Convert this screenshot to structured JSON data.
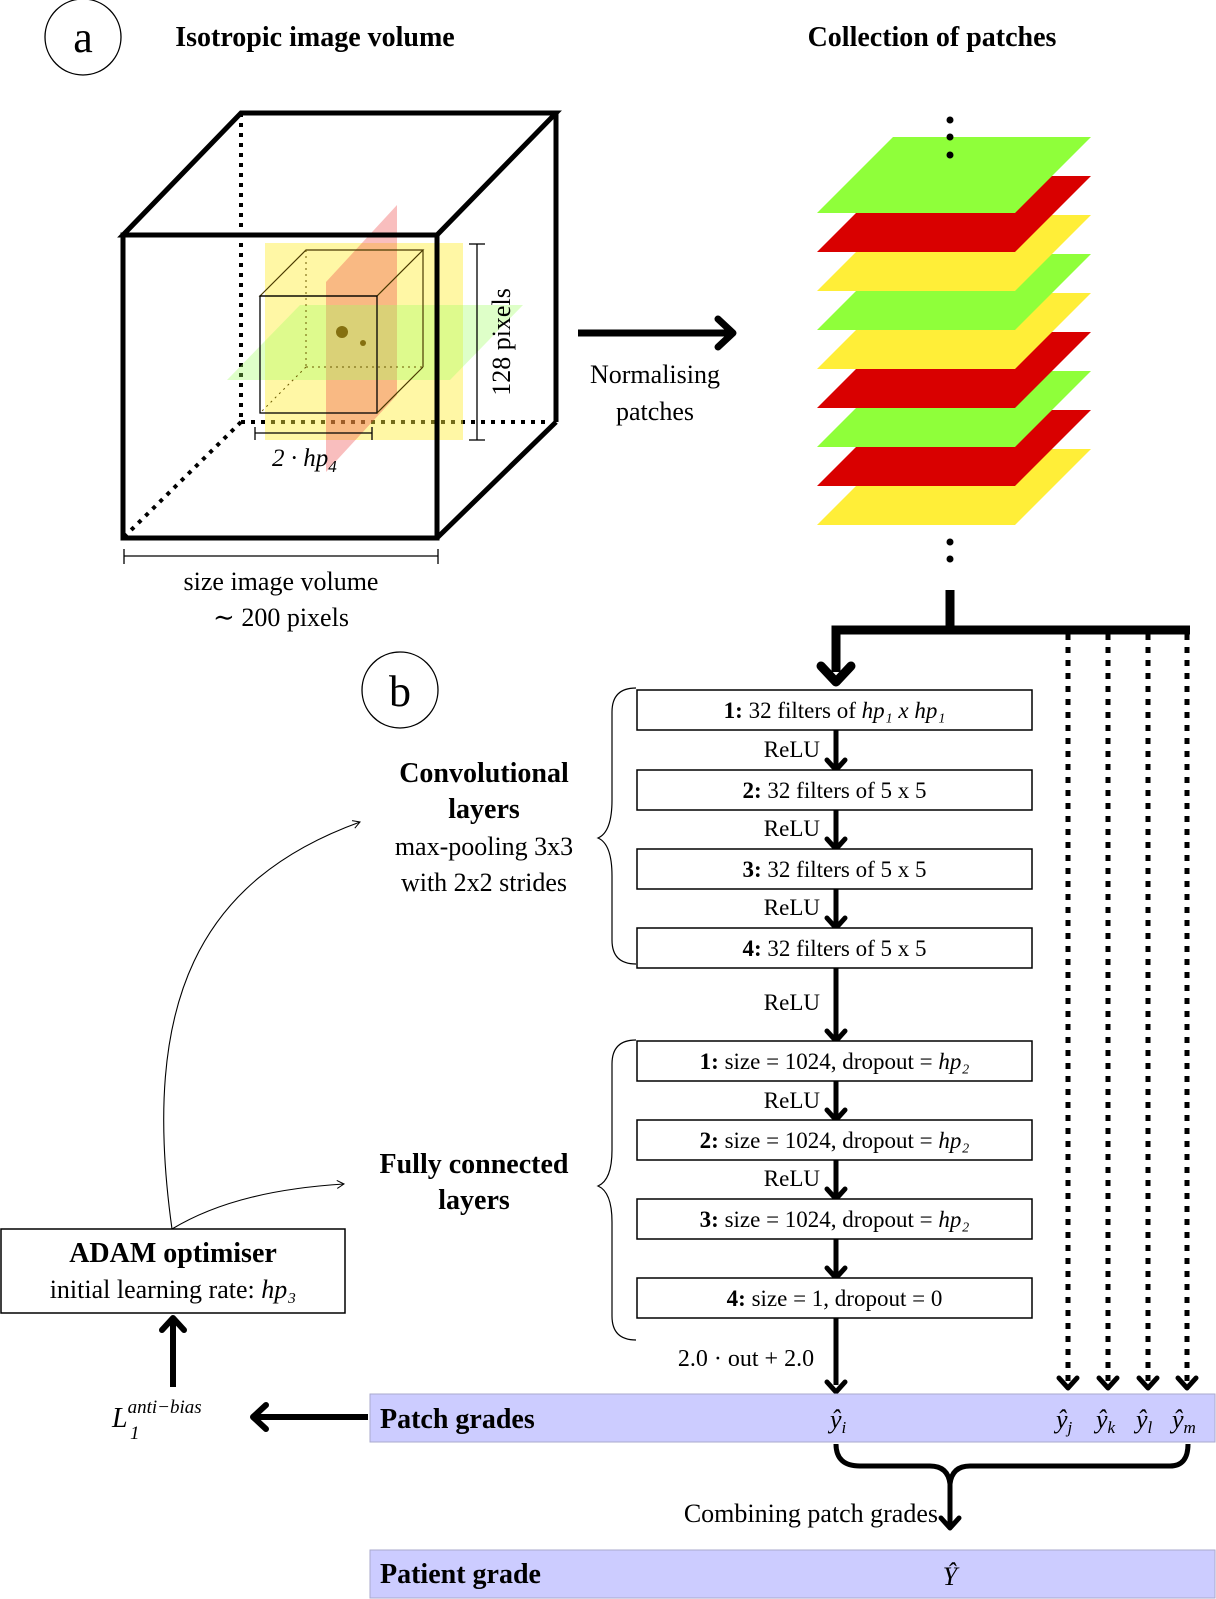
{
  "panel_a": {
    "label": "a",
    "title_left": "Isotropic image volume",
    "title_right": "Collection of patches",
    "dim_vertical": "128 pixels",
    "dim_patch_prefix": "2 · hp",
    "dim_patch_sub": "4",
    "size_line1": "size image volume",
    "size_line2": "∼ 200 pixels",
    "arrow_line1": "Normalising",
    "arrow_line2": "patches",
    "patch_stack": [
      "green",
      "red",
      "yellow",
      "green",
      "yellow",
      "red",
      "green",
      "red",
      "yellow"
    ],
    "colors": {
      "green": "#8fff3a",
      "red": "#d90000",
      "yellow": "#ffee38"
    }
  },
  "panel_b": {
    "label": "b",
    "conv": {
      "title_line1": "Convolutional",
      "title_line2": "layers",
      "note_line1": "max-pooling 3x3",
      "note_line2": "with 2x2 strides",
      "layers": [
        {
          "num": "1:",
          "text": "32 filters of ",
          "math": "hp₁ x hp₁"
        },
        {
          "num": "2:",
          "text": "32 filters of 5 x 5",
          "math": ""
        },
        {
          "num": "3:",
          "text": "32 filters of 5 x 5",
          "math": ""
        },
        {
          "num": "4:",
          "text": "32 filters of 5 x 5",
          "math": ""
        }
      ]
    },
    "activation": "ReLU",
    "fc": {
      "title_line1": "Fully connected",
      "title_line2": "layers",
      "layers": [
        {
          "num": "1:",
          "text": "size = 1024, dropout = ",
          "math": "hp₂"
        },
        {
          "num": "2:",
          "text": "size = 1024, dropout = ",
          "math": "hp₂"
        },
        {
          "num": "3:",
          "text": "size = 1024, dropout = ",
          "math": "hp₂"
        },
        {
          "num": "4:",
          "text": "size = 1, dropout = 0",
          "math": ""
        }
      ]
    },
    "output_transform": "2.0 · out + 2.0",
    "optimiser": {
      "title": "ADAM optimiser",
      "subtitle_text": "initial learning rate: ",
      "subtitle_math": "hp₃"
    },
    "loss": {
      "base": "L",
      "sub": "1",
      "sup": "anti−bias"
    },
    "patch_grades": {
      "label": "Patch grades",
      "yi": "ŷ",
      "yi_sub": "i",
      "others": [
        {
          "sym": "ŷ",
          "sub": "j"
        },
        {
          "sym": "ŷ",
          "sub": "k"
        },
        {
          "sym": "ŷ",
          "sub": "l"
        },
        {
          "sym": "ŷ",
          "sub": "m"
        }
      ]
    },
    "combine_label": "Combining patch grades",
    "patient_grade": {
      "label": "Patient grade",
      "value": "Ŷ"
    },
    "band_color": "#ccccff"
  }
}
